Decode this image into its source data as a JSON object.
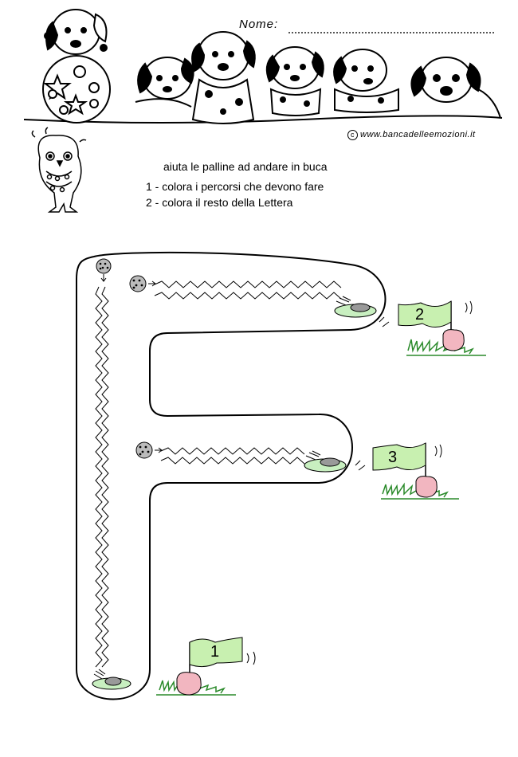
{
  "header": {
    "name_label": "Nome:",
    "credit": "www.bancadelleemozioni.it"
  },
  "instructions": {
    "title": "aiuta le palline ad andare in buca",
    "steps": [
      "1 - colora i percorsi che devono fare",
      "2 - colora il resto della Lettera"
    ]
  },
  "letter": "F",
  "flags": [
    {
      "number": "1"
    },
    {
      "number": "2"
    },
    {
      "number": "3"
    }
  ],
  "colors": {
    "flag_fill": "#c8f0b0",
    "hand_fill": "#f2b6c0",
    "grass": "#2a8a2a",
    "hole_fill": "#c8efc0"
  },
  "icons": [
    "dalmatian-puppies-illustration",
    "ball-with-stars-icon",
    "owl-icon",
    "golf-ball-icon",
    "hole-icon",
    "flag-icon",
    "hand-icon",
    "grass-icon"
  ]
}
